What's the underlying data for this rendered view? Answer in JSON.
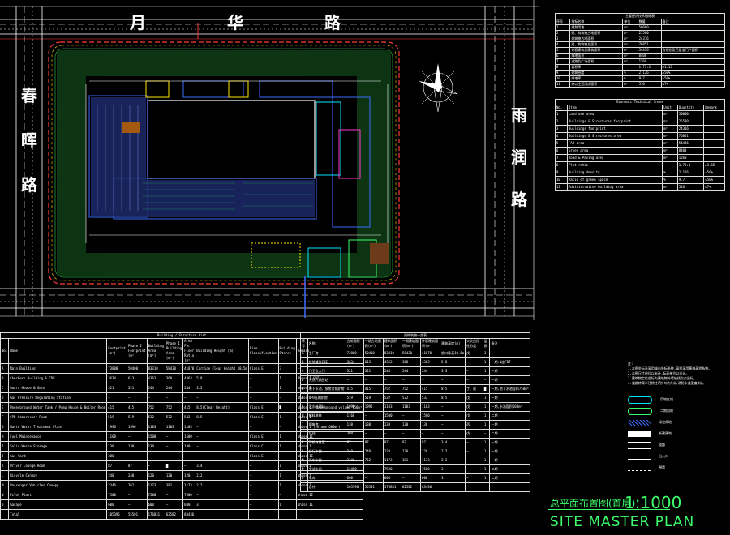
{
  "roads": {
    "north": [
      "月",
      "华",
      "路"
    ],
    "west": [
      "春",
      "晖",
      "路"
    ],
    "east": [
      "雨",
      "润",
      "路"
    ]
  },
  "economic_cn": {
    "title": "主要经济技术指标表",
    "header": [
      "序号",
      "指标名称",
      "单位",
      "数量",
      "备注"
    ],
    "rows": [
      [
        "1",
        "规划用地",
        "m²",
        "50000",
        ""
      ],
      [
        "2",
        "建、构筑物占地面积",
        "m²",
        "25580",
        ""
      ],
      [
        "3",
        "建筑物占地面积",
        "m²",
        "24316",
        ""
      ],
      [
        "4",
        "建、构筑物总面积",
        "m²",
        "76851",
        ""
      ],
      [
        "5",
        "计容建筑总建筑面积",
        "m²",
        "54436",
        "含规划及已批准门户面积"
      ],
      [
        "6",
        "绿地面积",
        "m²",
        "8400",
        ""
      ],
      [
        "7",
        "道路及广场面积",
        "m²",
        "1260",
        ""
      ],
      [
        "8",
        "容积率",
        "",
        "1.73:1",
        "≥1.15"
      ],
      [
        "9",
        "建筑密度",
        "%",
        "2.126",
        "≥50%"
      ],
      [
        "10",
        "绿地率",
        "%",
        "9.7",
        "≤50%"
      ],
      [
        "11",
        "办公生活用房面积",
        "m²",
        "516",
        "≤7%"
      ]
    ]
  },
  "economic_en": {
    "title": "Economic-Technical Index",
    "header": [
      "No.",
      "Item",
      "Unit",
      "Quantity",
      "Remark"
    ],
    "rows": [
      [
        "1",
        "Land use area",
        "m²",
        "50000",
        ""
      ],
      [
        "2",
        "Buildings & Structures footprint",
        "m²",
        "25580",
        ""
      ],
      [
        "3",
        "Buildings footprint",
        "m²",
        "24316",
        ""
      ],
      [
        "4",
        "Buildings & Structures area",
        "m²",
        "76851",
        ""
      ],
      [
        "5",
        "FAR area",
        "m²",
        "54436",
        ""
      ],
      [
        "6",
        "Green area",
        "m²",
        "8400",
        ""
      ],
      [
        "7",
        "Road & Paving area",
        "m²",
        "1260",
        ""
      ],
      [
        "8",
        "Plot ratio",
        "",
        "1.73:1",
        "≥1.15"
      ],
      [
        "9",
        "Building density",
        "%",
        "2.126",
        "≥50%"
      ],
      [
        "10",
        "Ratio of green space",
        "%",
        "9.7",
        "≤50%"
      ],
      [
        "11",
        "Administrative building area",
        "m²",
        "516",
        "≤7%"
      ]
    ]
  },
  "bldg_en": {
    "title": "Building / Structure List",
    "header": [
      "No.",
      "Name",
      "Footprint (m²)",
      "Phase I Footprint (m²)",
      "Building Area (m²)",
      "Phase I Building Area (m²)",
      "Area For Floor Ratio (m²)",
      "Building Height (m)",
      "Fire Classification",
      "Building Storey",
      "Remark"
    ],
    "rows": [
      [
        "A",
        "Main Building",
        "73800",
        "50400",
        "83310",
        "58430",
        "41870",
        "Cornice Clear Height 10.5m",
        "Class E",
        "3",
        "—"
      ],
      [
        "B",
        "Checkers Building & CDE",
        "3634",
        "613",
        "4363",
        "360",
        "4363",
        "5.8",
        "—",
        "1",
        "Phase I FDT"
      ],
      [
        "C",
        "Guard House & Gate",
        "321",
        "321",
        "244",
        "244",
        "244",
        "3.3",
        "—",
        "1",
        "phase I"
      ],
      [
        "D",
        "Gas Pressure Regulating Station",
        "—",
        "—",
        "—",
        "—",
        "—",
        "—",
        "—",
        "—",
        "phase I"
      ],
      [
        "E",
        "Underground Water Tank / Pump House & Boiler Room",
        "415",
        "415",
        "752",
        "752",
        "415",
        "8.5(Clear Height)",
        "Class E",
        "█",
        "phase I, Underground volume 750m³"
      ],
      [
        "F",
        "CPD Compressor Room",
        "519",
        "519",
        "532",
        "532",
        "532",
        "8.5",
        "Class E",
        "1",
        "phase I"
      ],
      [
        "G",
        "Waste Water Treatment Plant",
        "1996",
        "1996",
        "1103",
        "1103",
        "1103",
        "—",
        "—",
        "—",
        "phase I (volume 600m³)"
      ],
      [
        "H",
        "Fuel Maintenance",
        "1168",
        "—",
        "1500",
        "—",
        "1500",
        "—",
        "Class E",
        "1",
        "phase II"
      ],
      [
        "I",
        "Solid Waste Storage",
        "130",
        "130",
        "130",
        "—",
        "130",
        "—",
        "Class C",
        "1",
        "phase I"
      ],
      [
        "J",
        "Gas Yard",
        "380",
        "—",
        "—",
        "—",
        "—",
        "—",
        "Class E",
        "—",
        "phase II"
      ],
      [
        "K",
        "Driver Lounge Room",
        "87",
        "87",
        "—",
        "█",
        "—",
        "3.4",
        "—",
        "1",
        "phase I"
      ],
      [
        "L",
        "Bicycle Canopy",
        "240",
        "240",
        "120",
        "120",
        "120",
        "2.2",
        "—",
        "1",
        "phase I"
      ],
      [
        "M",
        "Passenger Vehicles Canopy",
        "2346",
        "762",
        "1173",
        "381",
        "1173",
        "2.2",
        "—",
        "1",
        "phase I"
      ],
      [
        "N",
        "Pilot Plant",
        "7500",
        "—",
        "7500",
        "—",
        "7500",
        "—",
        "—",
        "—",
        "phase II"
      ],
      [
        "O",
        "Garage",
        "600",
        "—",
        "600",
        "—",
        "600",
        "3",
        "—",
        "1",
        "phase II"
      ],
      [
        "",
        "Total",
        "105396",
        "55501",
        "176831",
        "62582",
        "83436",
        "",
        "",
        "",
        ""
      ]
    ]
  },
  "bldg_cn": {
    "title": "建构筑物一览表",
    "header": [
      "序号",
      "名称",
      "占地面积(m²)",
      "一期占地面积(m²)",
      "建筑面积(m²)",
      "一期建筑面积(m²)",
      "计容建筑面积(m²)",
      "建筑高度(m)",
      "火灾危险性分类",
      "层数",
      "备注"
    ],
    "rows": [
      [
        "A",
        "主厂房",
        "73800",
        "50400",
        "83310",
        "58430",
        "41870",
        "檐口净高10.5m",
        "戊",
        "3",
        "—"
      ],
      [
        "B",
        "检验楼及CDE",
        "3634",
        "613",
        "4363",
        "360",
        "4363",
        "5.8",
        "—",
        "1",
        "一期+1座FDT"
      ],
      [
        "C",
        "门卫及大门",
        "321",
        "321",
        "244",
        "244",
        "244",
        "3.3",
        "—",
        "1",
        "一期"
      ],
      [
        "D",
        "天然气调压站",
        "—",
        "—",
        "—",
        "—",
        "—",
        "—",
        "—",
        "—",
        "一期"
      ],
      [
        "E",
        "地下水池、泵房及锅炉房",
        "415",
        "415",
        "752",
        "752",
        "415",
        "8.5",
        "丁、戊",
        "█",
        "一期,地下水池容积750m³"
      ],
      [
        "F",
        "CPD压缩机房",
        "519",
        "519",
        "532",
        "532",
        "532",
        "8.5",
        "戊",
        "1",
        "一期"
      ],
      [
        "G",
        "污水处理站",
        "1996",
        "1996",
        "1103",
        "1103",
        "1103",
        "—",
        "戊",
        "1",
        "一期,水池容积600m³"
      ],
      [
        "H",
        "燃料维修",
        "1168",
        "—",
        "1500",
        "—",
        "1500",
        "—",
        "戊",
        "1",
        "二期"
      ],
      [
        "I",
        "固废库",
        "130",
        "130",
        "130",
        "130",
        "130",
        "—",
        "丙",
        "1",
        "一期"
      ],
      [
        "J",
        "气站",
        "380",
        "—",
        "—",
        "—",
        "—",
        "—",
        "戊",
        "—",
        "二期"
      ],
      [
        "K",
        "司机休息室",
        "87",
        "87",
        "87",
        "87",
        "87",
        "3.4",
        "—",
        "1",
        "一期"
      ],
      [
        "L",
        "自行车棚",
        "240",
        "240",
        "120",
        "120",
        "120",
        "2.2",
        "—",
        "1",
        "一期"
      ],
      [
        "M",
        "汽车车棚",
        "2346",
        "762",
        "1173",
        "381",
        "1173",
        "2.2",
        "—",
        "1",
        "一期"
      ],
      [
        "N",
        "中试车间",
        "13450",
        "—",
        "7500",
        "—",
        "7500",
        "3",
        "—",
        "1",
        "二期"
      ],
      [
        "O",
        "车库",
        "600",
        "—",
        "600",
        "—",
        "600",
        "3",
        "—",
        "1",
        "二期"
      ],
      [
        "",
        "总计",
        "105396",
        "55501",
        "176831",
        "62582",
        "83436",
        "",
        "",
        "",
        ""
      ]
    ]
  },
  "notes": {
    "heading": "注:",
    "lines": [
      "1.本图坐标系采用城市坐标系统,高程采用黄海高程系统。",
      "2.本图尺寸单位以米计,标高单位以米计。",
      "3.建筑物定位坐标为建筑物外墙轴线交点坐标。",
      "4.道路转弯半径除注明外均为9米,消防车道宽度4米。"
    ]
  },
  "legend": [
    {
      "swatch": "cyan-rounded",
      "label": "用地红线"
    },
    {
      "swatch": "green-rounded",
      "label": "二期用地"
    },
    {
      "swatch": "hatch",
      "label": "绿化用地"
    },
    {
      "swatch": "white-rect",
      "label": "新建建筑"
    },
    {
      "swatch": "double-line",
      "label": "道路"
    },
    {
      "swatch": "arrow",
      "label": "出入口"
    },
    {
      "swatch": "fence",
      "label": "围墙"
    }
  ],
  "title_block": {
    "cn": "总平面布置图(首层)",
    "scale": "1:1000",
    "en": "SITE MASTER PLAN"
  },
  "colors": {
    "background": "#000000",
    "site_boundary": "#ff3b3b",
    "road": "#ffffff",
    "green": "#3cff6b",
    "building_blue": "#3d6bff",
    "cyan": "#00e5ff",
    "yellow": "#ffe600"
  }
}
